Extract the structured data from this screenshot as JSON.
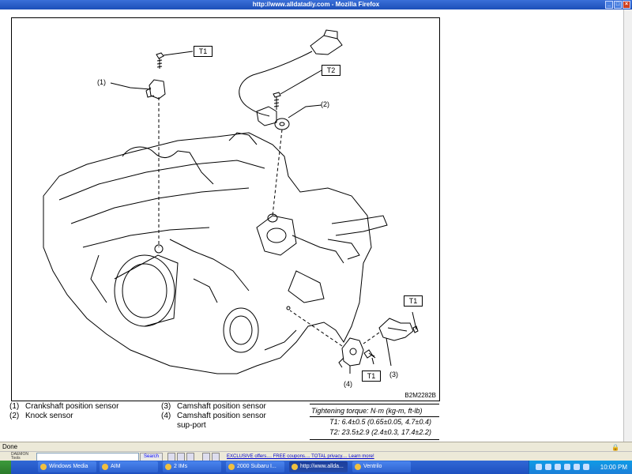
{
  "window": {
    "title": "http://www.alldatadiy.com - Mozilla Firefox"
  },
  "figure": {
    "code": "B2M2282B",
    "callouts": {
      "c1": "(1)",
      "c2": "(2)",
      "c3": "(3)",
      "c4": "(4)"
    },
    "torque_boxes": {
      "t1_top": "T1",
      "t2": "T2",
      "t1_right": "T1",
      "t1_bottom": "T1"
    }
  },
  "legend": [
    {
      "num": "(1)",
      "text": "Crankshaft position sensor"
    },
    {
      "num": "(2)",
      "text": "Knock sensor"
    },
    {
      "num": "(3)",
      "text": "Camshaft position sensor"
    },
    {
      "num": "(4)",
      "text": "Camshaft position sensor sup-port"
    }
  ],
  "torque": {
    "header": "Tightening torque: N·m (kg-m, ft-lb)",
    "t1": "T1: 6.4±0.5 (0.65±0.05, 4.7±0.4)",
    "t2": "T2: 23.5±2.9 (2.4±0.3, 17.4±2.2)"
  },
  "statusbar": {
    "text": "Done"
  },
  "toolbar": {
    "logo": "DAEMON Tools",
    "search_label": "Search",
    "promo": "EXCLUSIVE offers.... FREE coupons.... TOTAL privacy.... Learn more!"
  },
  "taskbar": {
    "items": [
      {
        "label": "Windows Media"
      },
      {
        "label": "AIM"
      },
      {
        "label": "2 IMs"
      },
      {
        "label": "2000 Subaru I..."
      },
      {
        "label": "http://www.allda..."
      },
      {
        "label": "Ventrilo"
      }
    ],
    "clock": "10:00 PM"
  }
}
